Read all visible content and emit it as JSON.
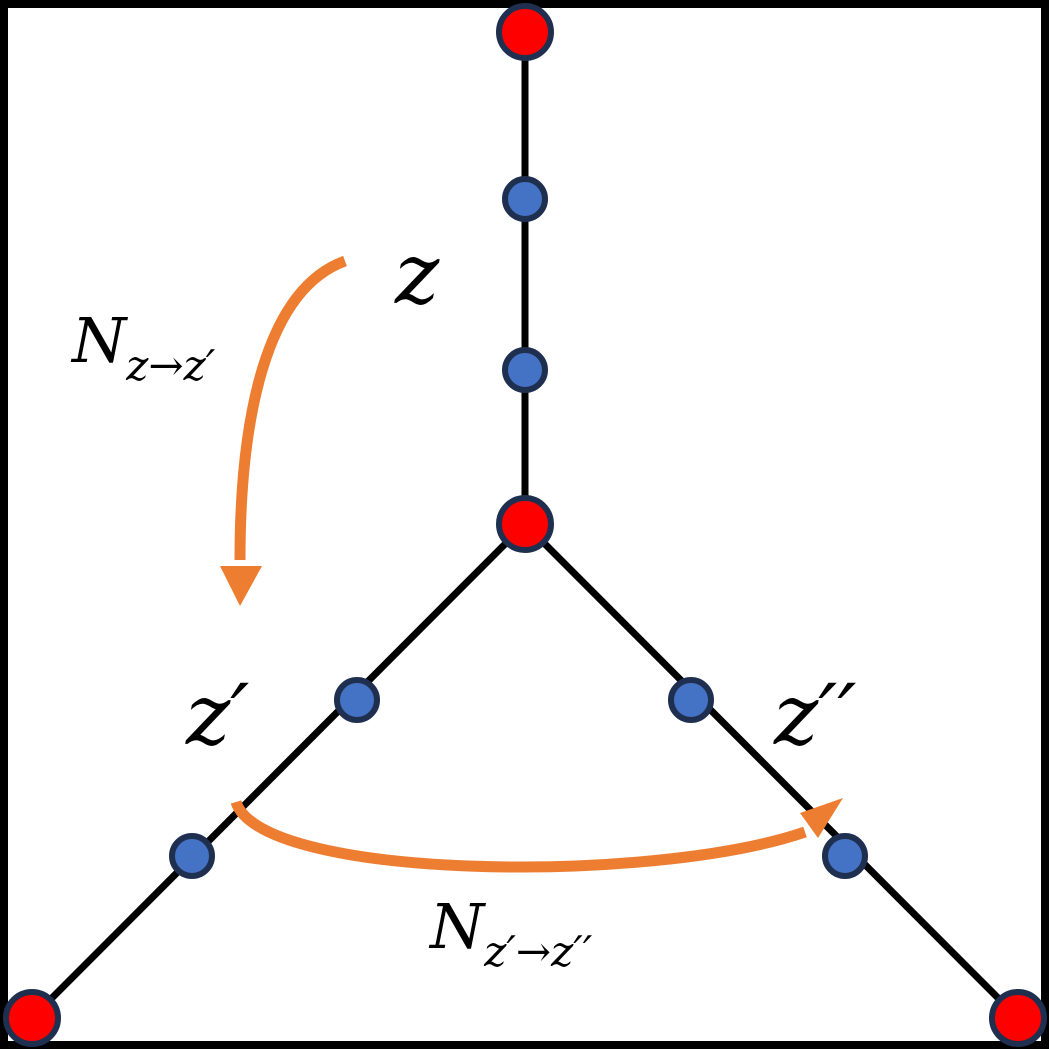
{
  "colors": {
    "junction_node": "#ff0000",
    "interior_node": "#4472c4",
    "node_outline": "#1f2f4f",
    "edge": "#000000",
    "arrow": "#ed7d31"
  },
  "labels": {
    "z": "z",
    "z_prime": "z′",
    "z_double_prime": "z′′",
    "n_top": {
      "base": "N",
      "subscript": "z→z′"
    },
    "n_bottom": {
      "base": "N",
      "subscript": "z′→z′′"
    }
  },
  "graph": {
    "junction_nodes": [
      "top",
      "center",
      "bottom-left",
      "bottom-right"
    ],
    "interior_nodes": [
      "vertical-1",
      "vertical-2",
      "left-1",
      "left-2",
      "right-1",
      "right-2"
    ],
    "edges": [
      [
        "top",
        "center"
      ],
      [
        "center",
        "bottom-left"
      ],
      [
        "center",
        "bottom-right"
      ]
    ]
  }
}
